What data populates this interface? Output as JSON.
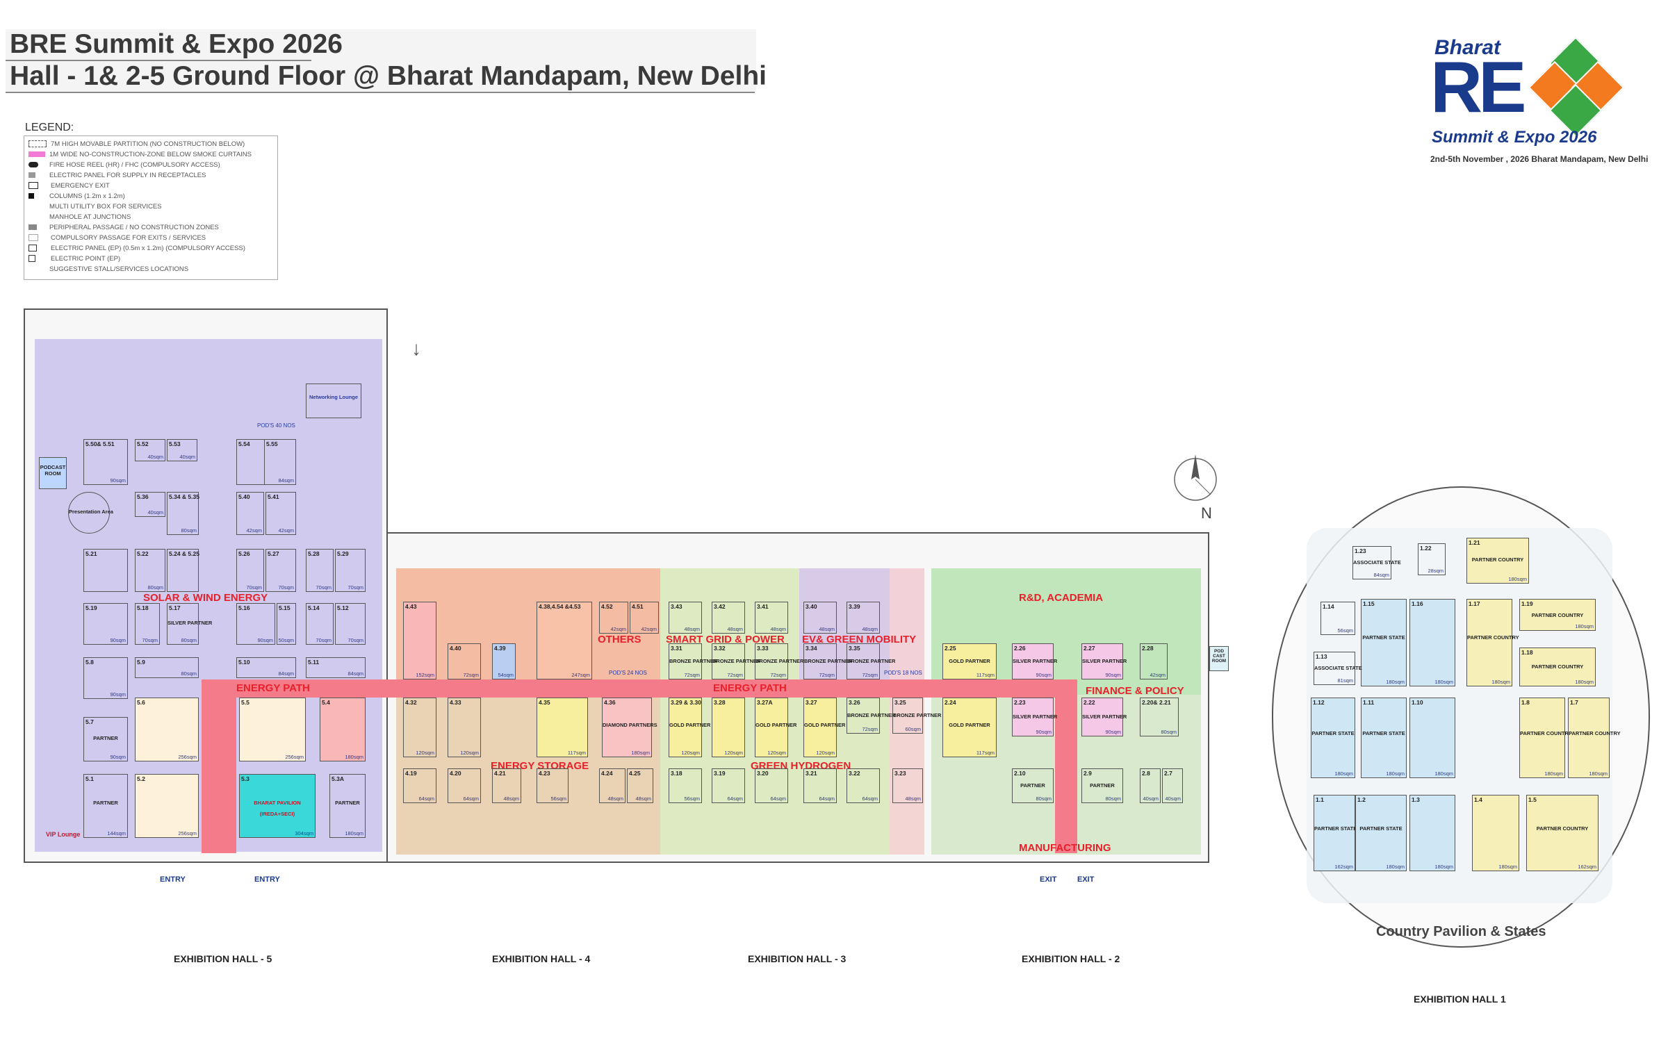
{
  "title": {
    "line1": "BRE Summit & Expo 2026",
    "line2": "Hall - 1& 2-5 Ground Floor @ Bharat Mandapam, New Delhi"
  },
  "logo": {
    "bharat": "Bharat",
    "re": "RE",
    "summit": "Summit & Expo 2026",
    "date": "2nd-5th November , 2026 Bharat Mandapam, New Delhi"
  },
  "legend": {
    "heading": "LEGEND:",
    "items": [
      "7M HIGH MOVABLE PARTITION (NO CONSTRUCTION BELOW)",
      "1M WIDE NO-CONSTRUCTION-ZONE BELOW SMOKE CURTAINS",
      "FIRE HOSE REEL (HR) / FHC (COMPULSORY ACCESS)",
      "ELECTRIC PANEL FOR SUPPLY IN RECEPTACLES",
      "EMERGENCY EXIT",
      "COLUMNS (1.2m x 1.2m)",
      "MULTI UTILITY BOX FOR SERVICES",
      "MANHOLE AT JUNCTIONS",
      "PERIPHERAL PASSAGE / NO CONSTRUCTION ZONES",
      "COMPULSORY PASSAGE FOR EXITS / SERVICES",
      "ELECTRIC PANEL (EP) (0.5m x 1.2m) (COMPULSORY ACCESS)",
      "ELECTRIC POINT (EP)",
      "SUGGESTIVE STALL/SERVICES LOCATIONS"
    ]
  },
  "colors": {
    "solar": "#c9c3ec",
    "storage": "#e8cba8",
    "others": "#f5b9a0",
    "smartgrid": "#d8e8b8",
    "evmobility": "#d7c6ef",
    "rnd": "#b8e3b0",
    "manufacturing": "#dddddd",
    "energy_path": "#f47c8a",
    "country": "#e9f1f7",
    "partner_blue": "#cfe6f5",
    "partner_yellow": "#f6efb8"
  },
  "zones": {
    "solar": "SOLAR & WIND ENERGY",
    "energy_path_1": "ENERGY PATH",
    "energy_path_2": "ENERGY PATH",
    "others": "OTHERS",
    "smartgrid": "SMART GRID & POWER",
    "ev": "EV& GREEN MOBILITY",
    "rnd": "R&D, ACADEMIA",
    "finance": "FINANCE & POLICY",
    "storage": "ENERGY STORAGE",
    "hydrogen": "GREEN HYDROGEN",
    "manufacturing": "MANUFACTURING"
  },
  "booths": {
    "b52": {
      "no": "5.52",
      "size": "40sqm"
    },
    "b53": {
      "no": "5.53",
      "size": "40sqm"
    },
    "b54": {
      "no": "5.54",
      "size": ""
    },
    "b55": {
      "no": "5.55",
      "size": "84sqm"
    },
    "b50": {
      "no": "5.50& 5.51",
      "size": "90sqm"
    },
    "b36": {
      "no": "5.36",
      "size": "40sqm"
    },
    "b34": {
      "no": "5.34 & 5.35",
      "size": "80sqm"
    },
    "b40": {
      "no": "5.40",
      "size": "42sqm"
    },
    "b41": {
      "no": "5.41",
      "size": "42sqm"
    },
    "b21": {
      "no": "5.21",
      "size": ""
    },
    "b22": {
      "no": "5.22",
      "size": "80sqm"
    },
    "b24": {
      "no": "5.24 & 5.25",
      "size": ""
    },
    "b26": {
      "no": "5.26",
      "size": "70sqm"
    },
    "b27": {
      "no": "5.27",
      "size": "70sqm"
    },
    "b28": {
      "no": "5.28",
      "size": "70sqm"
    },
    "b29": {
      "no": "5.29",
      "size": "70sqm"
    },
    "b19": {
      "no": "5.19",
      "size": "90sqm"
    },
    "b18": {
      "no": "5.18",
      "size": "70sqm"
    },
    "b17": {
      "no": "5.17",
      "text": "SILVER PARTNER",
      "size": "80sqm"
    },
    "b16": {
      "no": "5.16",
      "size": "90sqm"
    },
    "b15": {
      "no": "5.15",
      "size": "50sqm"
    },
    "b14": {
      "no": "5.14",
      "size": "70sqm"
    },
    "b12": {
      "no": "5.12",
      "size": "70sqm"
    },
    "b8": {
      "no": "5.8",
      "size": "90sqm"
    },
    "b9": {
      "no": "5.9",
      "size": "80sqm"
    },
    "b10": {
      "no": "5.10",
      "size": "84sqm"
    },
    "b11": {
      "no": "5.11",
      "size": "84sqm"
    },
    "b7": {
      "no": "5.7",
      "text": "PARTNER",
      "size": "90sqm"
    },
    "b6": {
      "no": "5.6",
      "size": "256sqm"
    },
    "b5": {
      "no": "5.5",
      "size": "256sqm"
    },
    "b4": {
      "no": "5.4",
      "size": "180sqm"
    },
    "b1": {
      "no": "5.1",
      "text": "PARTNER",
      "size": "144sqm"
    },
    "b2": {
      "no": "5.2",
      "size": "256sqm"
    },
    "b3": {
      "no": "5.3",
      "text": "BHARAT PAVILION",
      "sub": "(IREDA+SECI)",
      "size": "304sqm"
    },
    "b3a": {
      "no": "5.3A",
      "text": "PARTNER",
      "size": "180sqm"
    },
    "h4_43": {
      "no": "4.43",
      "size": "152sqm"
    },
    "h4_40": {
      "no": "4.40",
      "size": "72sqm"
    },
    "h4_39": {
      "no": "4.39",
      "size": "54sqm"
    },
    "h4_38": {
      "no": "4.38,4.54 &4.53",
      "size": "247sqm"
    },
    "h4_52": {
      "no": "4.52",
      "size": "42sqm"
    },
    "h4_51": {
      "no": "4.51",
      "size": "42sqm"
    },
    "h4_32": {
      "no": "4.32",
      "size": "120sqm"
    },
    "h4_33": {
      "no": "4.33",
      "size": "120sqm"
    },
    "h4_35": {
      "no": "4.35",
      "size": "117sqm"
    },
    "h4_36": {
      "no": "4.36",
      "text": "DIAMOND PARTNERS",
      "size": "180sqm"
    },
    "h4_19": {
      "no": "4.19",
      "size": "64sqm"
    },
    "h4_20": {
      "no": "4.20",
      "size": "64sqm"
    },
    "h4_21": {
      "no": "4.21",
      "size": "48sqm"
    },
    "h4_23": {
      "no": "4.23",
      "size": "56sqm"
    },
    "h4_24": {
      "no": "4.24",
      "size": "48sqm"
    },
    "h4_25": {
      "no": "4.25",
      "size": "48sqm"
    },
    "h3_43": {
      "no": "3.43",
      "size": "48sqm"
    },
    "h3_42": {
      "no": "3.42",
      "size": "48sqm"
    },
    "h3_41": {
      "no": "3.41",
      "size": "48sqm"
    },
    "h3_40": {
      "no": "3.40",
      "size": "48sqm"
    },
    "h3_39": {
      "no": "3.39",
      "size": "48sqm"
    },
    "h3_31": {
      "no": "3.31",
      "text": "BRONZE PARTNER",
      "size": "72sqm"
    },
    "h3_32": {
      "no": "3.32",
      "text": "BRONZE PARTNER",
      "size": "72sqm"
    },
    "h3_33": {
      "no": "3.33",
      "text": "BRONZE PARTNER",
      "size": "72sqm"
    },
    "h3_34": {
      "no": "3.34",
      "text": "BRONZE PARTNER",
      "size": "72sqm"
    },
    "h3_35": {
      "no": "3.35",
      "text": "BRONZE PARTNER",
      "size": "72sqm"
    },
    "h3_29": {
      "no": "3.29 & 3.30",
      "text": "GOLD PARTNER",
      "size": "120sqm"
    },
    "h3_28": {
      "no": "3.28",
      "size": "120sqm"
    },
    "h3_27a": {
      "no": "3.27A",
      "text": "GOLD PARTNER",
      "size": "120sqm"
    },
    "h3_27": {
      "no": "3.27",
      "text": "GOLD PARTNER",
      "size": "120sqm"
    },
    "h3_26": {
      "no": "3.26",
      "text": "BRONZE PARTNER",
      "size": "72sqm"
    },
    "h3_25": {
      "no": "3.25",
      "text": "BRONZE PARTNER",
      "size": "60sqm"
    },
    "h3_18": {
      "no": "3.18",
      "size": "56sqm"
    },
    "h3_19": {
      "no": "3.19",
      "size": "64sqm"
    },
    "h3_20": {
      "no": "3.20",
      "size": "64sqm"
    },
    "h3_21": {
      "no": "3.21",
      "size": "64sqm"
    },
    "h3_22": {
      "no": "3.22",
      "size": "64sqm"
    },
    "h3_23": {
      "no": "3.23",
      "size": "48sqm"
    },
    "h2_25": {
      "no": "2.25",
      "text": "GOLD PARTNER",
      "size": "117sqm"
    },
    "h2_26": {
      "no": "2.26",
      "text": "SILVER PARTNER",
      "size": "90sqm"
    },
    "h2_27": {
      "no": "2.27",
      "text": "SILVER PARTNER",
      "size": "90sqm"
    },
    "h2_28": {
      "no": "2.28",
      "size": "42sqm"
    },
    "h2_24": {
      "no": "2.24",
      "text": "GOLD PARTNER",
      "size": "117sqm"
    },
    "h2_23": {
      "no": "2.23",
      "text": "SILVER PARTNER",
      "size": "90sqm"
    },
    "h2_22": {
      "no": "2.22",
      "text": "SILVER PARTNER",
      "size": "90sqm"
    },
    "h2_20": {
      "no": "2.20& 2.21",
      "size": "80sqm"
    },
    "h2_10": {
      "no": "2.10",
      "text": "PARTNER",
      "size": "80sqm"
    },
    "h2_9": {
      "no": "2.9",
      "text": "PARTNER",
      "size": "80sqm"
    },
    "h2_8": {
      "no": "2.8",
      "size": "40sqm"
    },
    "h2_7": {
      "no": "2.7",
      "size": "40sqm"
    },
    "h1_21": {
      "no": "1.21",
      "text": "PARTNER COUNTRY",
      "size": "180sqm"
    },
    "h1_23": {
      "no": "1.23",
      "text": "ASSOCIATE STATE",
      "size": "84sqm"
    },
    "h1_22": {
      "no": "1.22",
      "size": "28sqm"
    },
    "h1_14": {
      "no": "1.14",
      "size": "56sqm"
    },
    "h1_15": {
      "no": "1.15",
      "text": "PARTNER STATE",
      "size": "180sqm"
    },
    "h1_16": {
      "no": "1.16",
      "size": "180sqm"
    },
    "h1_17": {
      "no": "1.17",
      "text": "PARTNER COUNTRY",
      "size": "180sqm"
    },
    "h1_19": {
      "no": "1.19",
      "text": "PARTNER COUNTRY",
      "size": "180sqm"
    },
    "h1_18": {
      "no": "1.18",
      "text": "PARTNER COUNTRY",
      "size": "180sqm"
    },
    "h1_13": {
      "no": "1.13",
      "text": "ASSOCIATE STATE",
      "size": "81sqm"
    },
    "h1_12": {
      "no": "1.12",
      "text": "PARTNER STATE",
      "size": "180sqm"
    },
    "h1_11": {
      "no": "1.11",
      "text": "PARTNER STATE",
      "size": "180sqm"
    },
    "h1_10": {
      "no": "1.10",
      "size": "180sqm"
    },
    "h1_8": {
      "no": "1.8",
      "text": "PARTNER COUNTRY",
      "size": "180sqm"
    },
    "h1_7": {
      "no": "1.7",
      "text": "PARTNER COUNTRY",
      "size": "180sqm"
    },
    "h1_1": {
      "no": "1.1",
      "text": "PARTNER STATE",
      "size": "162sqm"
    },
    "h1_2": {
      "no": "1.2",
      "text": "PARTNER STATE",
      "size": "180sqm"
    },
    "h1_3": {
      "no": "1.3",
      "size": "180sqm"
    },
    "h1_4": {
      "no": "1.4",
      "size": "180sqm"
    },
    "h1_5": {
      "no": "1.5",
      "text": "PARTNER COUNTRY",
      "size": "162sqm"
    }
  },
  "halls": {
    "h5": "EXHIBITION HALL - 5",
    "h4": "EXHIBITION HALL - 4",
    "h3": "EXHIBITION HALL - 3",
    "h2": "EXHIBITION HALL - 2",
    "h1": "EXHIBITION HALL 1"
  },
  "entries": {
    "e1": "ENTRY",
    "e2": "ENTRY",
    "x1": "EXIT",
    "x2": "EXIT"
  },
  "country_pavilion": "Country Pavilion & States",
  "labels": {
    "podcast": "PODCAST ROOM",
    "presentation": "Presentation Area",
    "networking": "Networking Lounge",
    "pods40": "POD'S 40 NOS",
    "pods24": "POD'S 24 NOS",
    "pods18": "POD'S 18 NOS",
    "vip": "VIP Lounge",
    "podcast2": "POD CAST ROOM",
    "north": "N"
  }
}
